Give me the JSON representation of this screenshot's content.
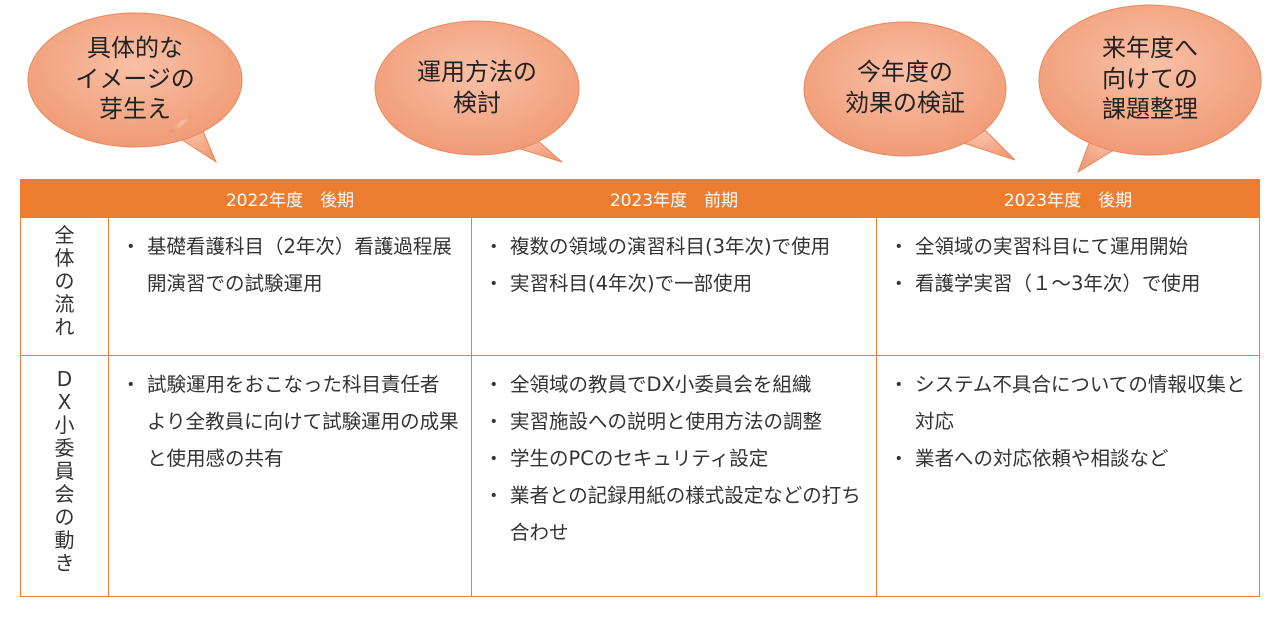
{
  "bubbles": [
    {
      "text": "具体的な\nイメージの\n芽生え"
    },
    {
      "text": "運用方法の\n検討"
    },
    {
      "text": "今年度の\n効果の検証"
    },
    {
      "text": "来年度へ\n向けての\n課題整理"
    }
  ],
  "colors": {
    "accent": "#ED7D31",
    "bubble_fill": "#F4A98A",
    "bubble_edge": "#E9895E"
  },
  "table": {
    "headers": [
      "",
      "2022年度　後期",
      "2023年度　前期",
      "2023年度　後期"
    ],
    "rows": [
      {
        "label": "全\n体\nの\n流\nれ",
        "cells": [
          [
            "基礎看護科目（2年次）看護過程展開演習での試験運用"
          ],
          [
            "複数の領域の演習科目(3年次)で使用",
            "実習科目(4年次)で一部使用"
          ],
          [
            "全領域の実習科目にて運用開始",
            "看護学実習（１～3年次）で使用"
          ]
        ]
      },
      {
        "label": "D\nX\n小\n委\n員\n会\nの\n動\nき",
        "cells": [
          [
            "試験運用をおこなった科目責任者より全教員に向けて試験運用の成果と使用感の共有"
          ],
          [
            "全領域の教員でDX小委員会を組織",
            "実習施設への説明と使用方法の調整",
            "学生のPCのセキュリティ設定",
            "業者との記録用紙の様式設定などの打ち合わせ"
          ],
          [
            "システム不具合についての情報収集と対応",
            "業者への対応依頼や相談など"
          ]
        ]
      }
    ]
  }
}
